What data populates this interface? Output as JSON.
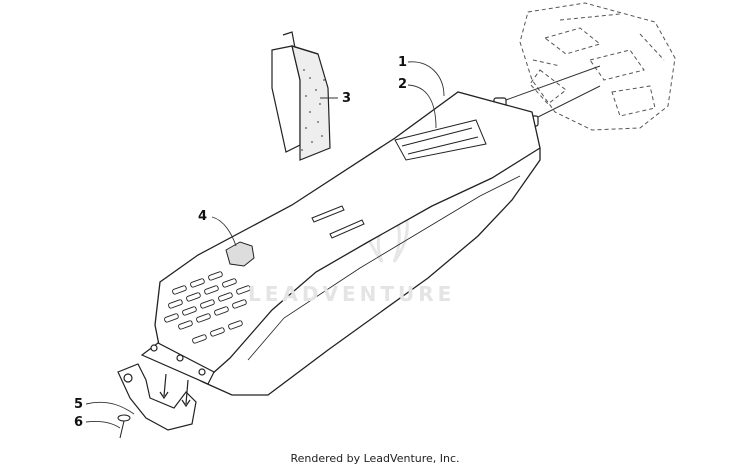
{
  "callouts": [
    "1",
    "2",
    "3",
    "4",
    "5",
    "6"
  ],
  "watermark": {
    "text": "LEADVENTURE"
  },
  "footer": {
    "text": "Rendered by LeadVenture, Inc."
  }
}
